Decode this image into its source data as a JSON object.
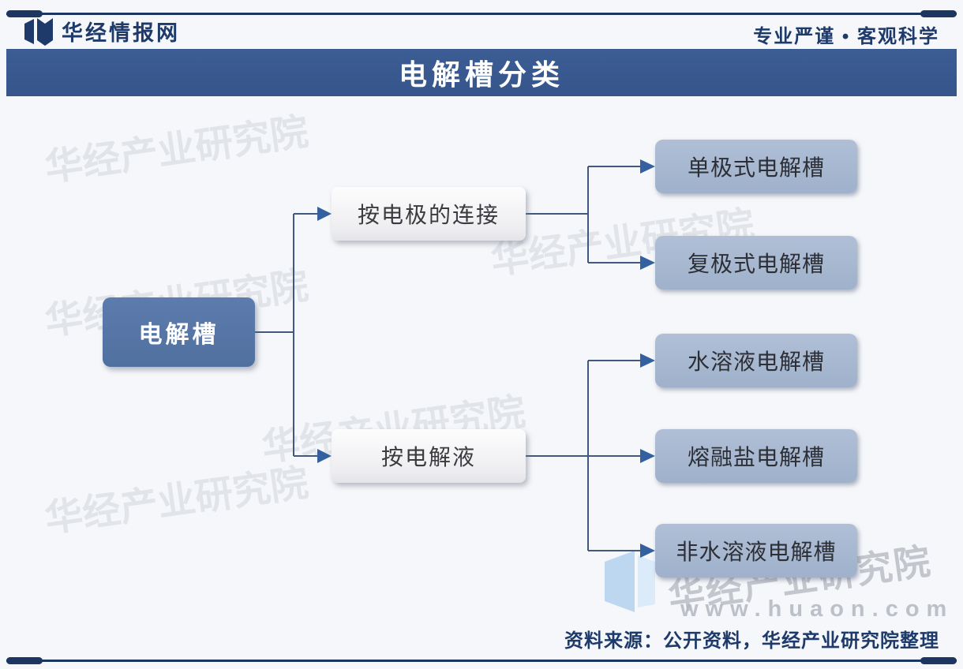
{
  "header": {
    "brand": "华经情报网",
    "slogan": "专业严谨 • 客观科学"
  },
  "title": "电解槽分类",
  "tree": {
    "root": "电解槽",
    "branches": [
      {
        "label": "按电极的连接",
        "children": [
          "单极式电解槽",
          "复极式电解槽"
        ]
      },
      {
        "label": "按电解液",
        "children": [
          "水溶液电解槽",
          "熔融盐电解槽",
          "非水溶液电解槽"
        ]
      }
    ]
  },
  "watermark": {
    "name": "华经产业研究院",
    "url": "www.huaon.com"
  },
  "footer": {
    "source": "资料来源：公开资料，华经产业研究院整理"
  },
  "colors": {
    "navy": "#1c3864",
    "title_bar": "#37588e",
    "root_node": "#5677a9",
    "branch_node": "#f4f4f6",
    "leaf_node": "#a9b9d2",
    "connector": "#41597e",
    "arrow": "#35609f"
  }
}
